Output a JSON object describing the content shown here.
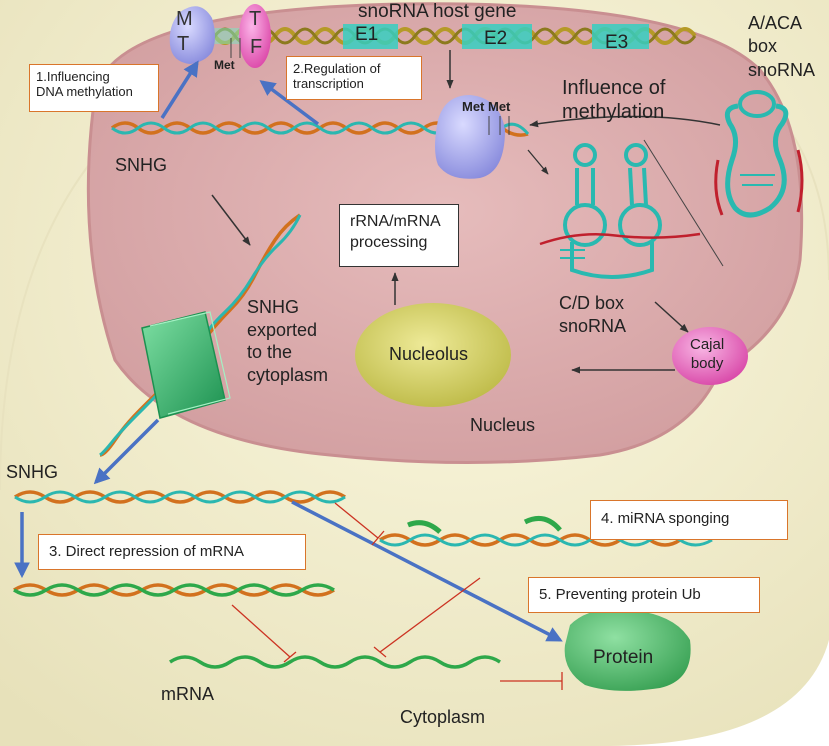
{
  "labels": {
    "host_gene": "snoRNA host gene",
    "exon1": "E1",
    "exon2": "E2",
    "exon3": "E3",
    "mt_m": "M",
    "mt_t": "T",
    "tf_t": "T",
    "tf_f": "F",
    "met_small": "Met",
    "met_pair": "Met Met",
    "aca_box": "A/ACA\nbox\nsnoRNA",
    "snhg_top": "SNHG",
    "influence_methylation": "Influence of\nmethylation",
    "snhg_exported": "SNHG\nexported\nto the\ncytoplasm",
    "cd_box": "C/D box\nsnoRNA",
    "cajal": "Cajal\nbody",
    "nucleolus": "Nucleolus",
    "nucleus": "Nucleus",
    "snhg_cyto": "SNHG",
    "mrna": "mRNA",
    "cytoplasm": "Cytoplasm",
    "protein": "Protein"
  },
  "boxes": {
    "dna_methylation": "1.Influencing\nDNA methylation",
    "transcription": "2.Regulation of\ntranscription",
    "rrna_processing": "rRNA/mRNA\nprocessing",
    "mirna_sponging": "4. miRNA sponging",
    "direct_repression": "3. Direct repression of mRNA",
    "protein_ub": "5. Preventing protein Ub"
  },
  "colors": {
    "cytoplasm": "#f1ecc8",
    "nucleus": "#e3b0b0",
    "nucleus_edge": "#c98f91",
    "box_border": "#d9752b",
    "arrow_blue": "#4a72c4",
    "inhibit_red": "#cc3322",
    "nucleolus": "#d8d46a",
    "cajal": "#e45fb8",
    "protein": "#47b565",
    "pore": "#2bb36a",
    "enzyme": "#a7a8ee"
  }
}
